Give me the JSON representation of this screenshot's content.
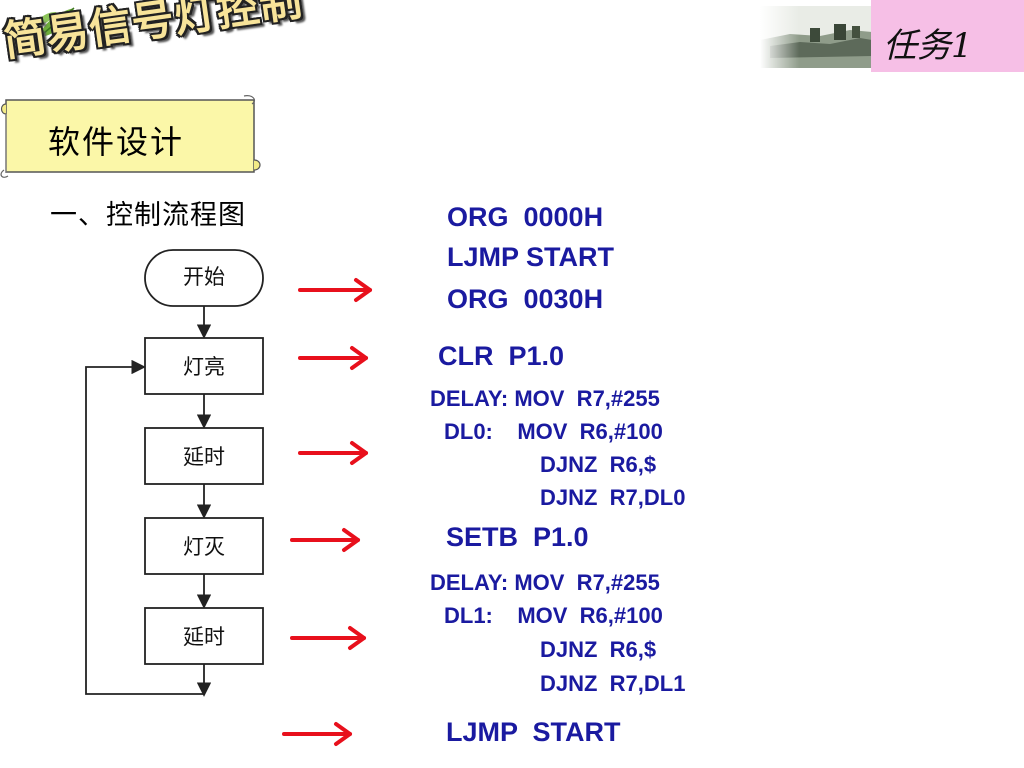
{
  "header": {
    "title": "简易信号灯控制",
    "task_label": "任务1"
  },
  "section": {
    "banner_label": "软件设计",
    "heading": "一、控制流程图"
  },
  "flowchart": {
    "start": "开始",
    "step1": "灯亮",
    "step2": "延时",
    "step3": "灯灭",
    "step4": "延时"
  },
  "code": {
    "org1": "ORG  0000H",
    "ljmp1": "LJMP START",
    "org2": "ORG  0030H",
    "clr": "CLR  P1.0",
    "delay1_l1": "DELAY: MOV  R7,#255",
    "delay1_l2": "DL0:    MOV  R6,#100",
    "delay1_l3": "DJNZ  R6,$",
    "delay1_l4": "DJNZ  R7,DL0",
    "setb": "SETB  P1.0",
    "delay2_l1": "DELAY: MOV  R7,#255",
    "delay2_l2": "DL1:    MOV  R6,#100",
    "delay2_l3": "DJNZ  R6,$",
    "delay2_l4": "DJNZ  R7,DL1",
    "ljmp_end": "LJMP  START"
  },
  "colors": {
    "code_text": "#1a1aa0",
    "arrow": "#e8101c",
    "task_box": "#f6bfe6",
    "banner_fill": "#fbf7a8",
    "title_fill": "#f8e49a"
  },
  "icons": {
    "leaf": "leaf-icon",
    "arrow": "right-arrow-icon"
  }
}
